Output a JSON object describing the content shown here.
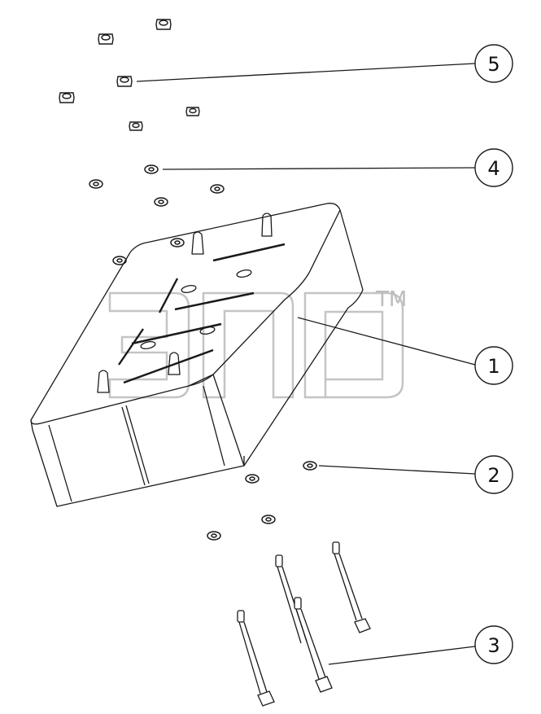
{
  "callouts": [
    {
      "label": "1"
    },
    {
      "label": "2"
    },
    {
      "label": "3"
    },
    {
      "label": "4"
    },
    {
      "label": "5"
    }
  ],
  "watermark": {
    "trademark": "TM"
  },
  "colors": {
    "line": "#1a1a1a",
    "watermark": "#bdbdbd"
  }
}
